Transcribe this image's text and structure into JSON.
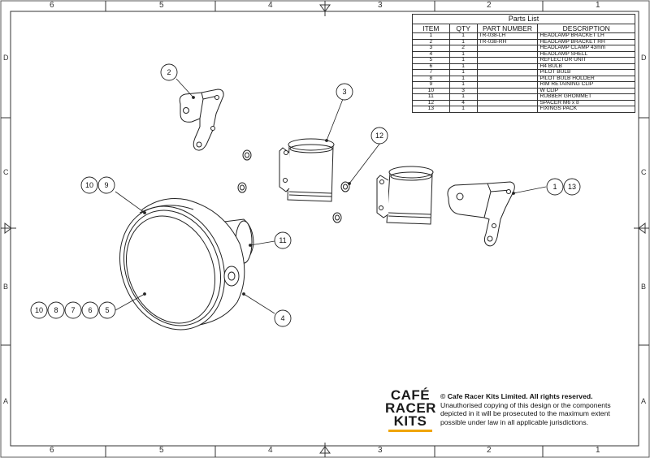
{
  "ruler": {
    "columns": [
      "6",
      "5",
      "4",
      "3",
      "2",
      "1"
    ],
    "rows": [
      "D",
      "C",
      "B",
      "A"
    ]
  },
  "parts_list": {
    "title": "Parts List",
    "headers": [
      "ITEM",
      "QTY",
      "PART NUMBER",
      "DESCRIPTION"
    ],
    "rows": [
      {
        "item": "1",
        "qty": "1",
        "part_number": "TR-038-LH",
        "description": "HEADLAMP BRACKET LH"
      },
      {
        "item": "2",
        "qty": "1",
        "part_number": "TR-038-RH",
        "description": "HEADLAMP BRACKET RH"
      },
      {
        "item": "3",
        "qty": "2",
        "part_number": "",
        "description": "HEADLAMP CLAMP 43mm"
      },
      {
        "item": "4",
        "qty": "1",
        "part_number": "",
        "description": "HEADLAMP SHELL"
      },
      {
        "item": "5",
        "qty": "1",
        "part_number": "",
        "description": "REFLECTOR UNIT"
      },
      {
        "item": "6",
        "qty": "1",
        "part_number": "",
        "description": "H4 BULB"
      },
      {
        "item": "7",
        "qty": "1",
        "part_number": "",
        "description": "PILOT BULB"
      },
      {
        "item": "8",
        "qty": "1",
        "part_number": "",
        "description": "PILOT BULB HOLDER"
      },
      {
        "item": "9",
        "qty": "1",
        "part_number": "",
        "description": "RIM RETAINING CLIP"
      },
      {
        "item": "10",
        "qty": "3",
        "part_number": "",
        "description": "W CLIP"
      },
      {
        "item": "11",
        "qty": "1",
        "part_number": "",
        "description": "RUBBER GROMMET"
      },
      {
        "item": "12",
        "qty": "4",
        "part_number": "",
        "description": "SPACER M6 x 8"
      },
      {
        "item": "13",
        "qty": "1",
        "part_number": "",
        "description": "FIXINGS PACK"
      }
    ]
  },
  "balloons": {
    "b2": "2",
    "b3": "3",
    "b12": "12",
    "b1": "1",
    "b13": "13",
    "b10a": "10",
    "b9": "9",
    "b11": "11",
    "b4": "4",
    "b10b": "10",
    "b8": "8",
    "b7": "7",
    "b6": "6",
    "b5": "5"
  },
  "brand": {
    "line1": "CAFÉ",
    "line2": "RACER",
    "line3": "KITS",
    "accent_color": "#f0a500"
  },
  "copyright": {
    "line1": "© Cafe Racer Kits Limited. All rights reserved.",
    "line2": "Unauthorised copying of this design or the components depicted in it will be prosecuted to the maximum extent possible under law in all applicable jurisdictions."
  }
}
